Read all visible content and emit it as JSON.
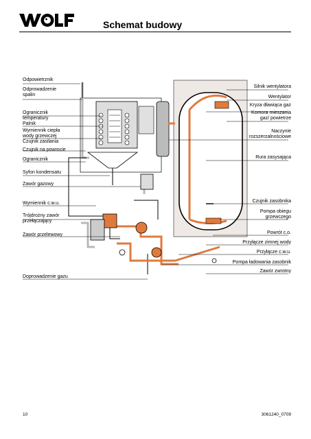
{
  "header": {
    "logo_text": "WOLF",
    "title": "Schemat budowy"
  },
  "labels_left": [
    "Odpowietrznik",
    "Odprowadzenie",
    "spalin",
    "Ogranicznik",
    "temperatury",
    "Palnik",
    "Wymiennik ciepła",
    "wody grzewczej",
    "Czujnik zasilania",
    "Czujnik na powrocie",
    "Ogranicznik",
    "Syfon kondensatu",
    "Zawór gazowy",
    "Wymiennik c.w.u.",
    "Trójdrożny zawór",
    "przełączający",
    "Zawór przelewowy",
    "Doprowadzenie gazu"
  ],
  "labels_right": [
    "Silnik wentylatora",
    "Wentylator",
    "Kryza dławiąca gaz",
    "Komora mieszania",
    "gaz/ powietrze",
    "Naczynie",
    "rozszerzalnościowe",
    "Rura zasysająca",
    "Czujnik zasobnika",
    "Pompa obiegu",
    "grzewczego",
    "Powrót c.o.",
    "Przyłącze zimnej wody",
    "Przyłącze c.w.u.",
    "Pompa ładowania zasobnik",
    "Zawór zwrotny"
  ],
  "footer": {
    "page_number": "10",
    "doc_code": "3061240_0709"
  },
  "colors": {
    "pipe_orange": "#e07a3c",
    "pipe_grey": "#b8b8b8",
    "tank_bg": "#efe9e6",
    "accent_blue": "#1f3f8f"
  }
}
